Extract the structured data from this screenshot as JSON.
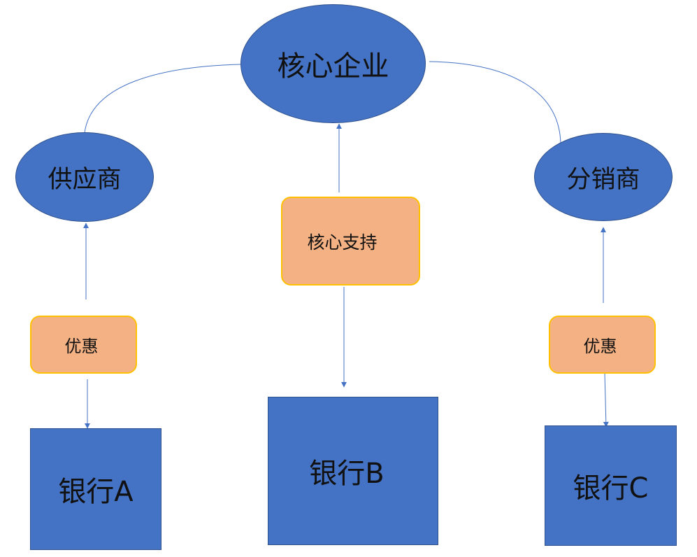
{
  "nodes": {
    "core": "核心企业",
    "supplier": "供应商",
    "distributor": "分销商",
    "core_support": "核心支持",
    "discount_left": "优惠",
    "discount_right": "优惠",
    "bank_a": "银行A",
    "bank_b": "银行B",
    "bank_c": "银行C"
  },
  "colors": {
    "node_fill": "#4472c4",
    "node_border": "#2f528f",
    "tag_fill": "#f4b183",
    "tag_border": "#ffc000",
    "connector": "#4472c4"
  }
}
